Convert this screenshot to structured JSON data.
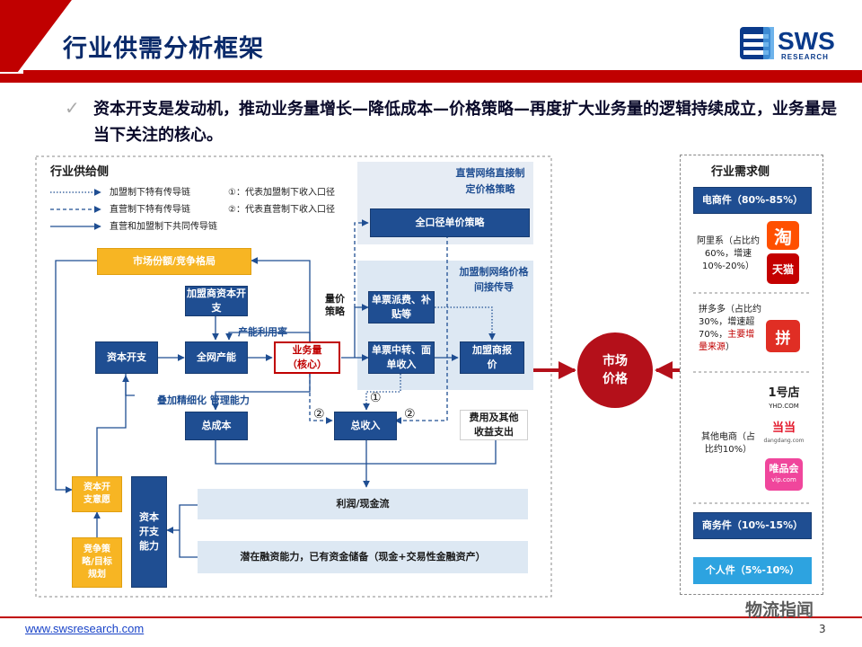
{
  "header": {
    "title": "行业供需分析框架",
    "logo_text": "SWS",
    "logo_sub": "RESEARCH"
  },
  "bullet": {
    "text": "资本开支是发动机，推动业务量增长—降低成本—价格策略—再度扩大业务量的逻辑持续成立，业务量是当下关注的核心。"
  },
  "supply": {
    "title": "行业供给侧",
    "legend": {
      "dotted": "加盟制下特有传导链",
      "dashed": "直营制下特有传导链",
      "solid": "直营和加盟制下共同传导链",
      "note1": "①：代表加盟制下收入口径",
      "note2": "②：代表直营制下收入口径"
    },
    "direct_region_label": "直营网络直接制定价格策略",
    "franchise_region_label": "加盟制网络价格间接传导",
    "nodes": {
      "market_share": "市场份额/竞争格局",
      "franchisee_capex": "加盟商资本开支",
      "capex": "资本开支",
      "network_capacity": "全网产能",
      "volume": "业务量（核心）",
      "total_cost": "总成本",
      "total_revenue": "总收入",
      "unified_price": "全口径单价策略",
      "ticket_subsidy": "单票派费、补贴等",
      "ticket_transfer": "单票中转、面单收入",
      "franchisee_quote": "加盟商报价",
      "other_income": "费用及其他收益支出",
      "profit_cash": "利润/现金流",
      "financing": "潜在融资能力，已有资金储备（现金+交易性金融资产）",
      "capex_willingness": "资本开支意愿",
      "competition_strategy": "竞争策略/目标规划",
      "capex_capability": "资本开支能力"
    },
    "edge_labels": {
      "utilization": "产能利用率",
      "price_strategy": "量价策略",
      "refinement": "叠加精细化  管理能力"
    },
    "circles": {
      "one": "①",
      "two": "②"
    }
  },
  "market_price": "市场价格",
  "demand": {
    "title": "行业需求侧",
    "ecommerce": "电商件（80%-85%）",
    "alibaba": "阿里系（占比约60%，增速10%-20%）",
    "pdd_lead": "拼多多（占比约30%，增速超70%，",
    "pdd_highlight": "主要增量来源",
    "pdd_end": "）",
    "others": "其他电商（占比约10%）",
    "business": "商务件（10%-15%）",
    "personal": "个人件（5%-10%）",
    "apps": {
      "taobao": "淘",
      "tmall": "天猫",
      "pdd": "拼",
      "yhd_big": "1号店",
      "yhd_small": "YHD.COM",
      "dangdang": "当当",
      "dangdang_small": "dangdang.com",
      "vip": "唯品会",
      "vip_small": "vip.com"
    }
  },
  "colors": {
    "navy": "#1f4e92",
    "gold": "#f7b523",
    "red": "#c00000",
    "light_blue": "#dde8f3"
  },
  "footer": {
    "website": "www.swsresearch.com",
    "page": "3",
    "watermark": "物流指闻"
  }
}
